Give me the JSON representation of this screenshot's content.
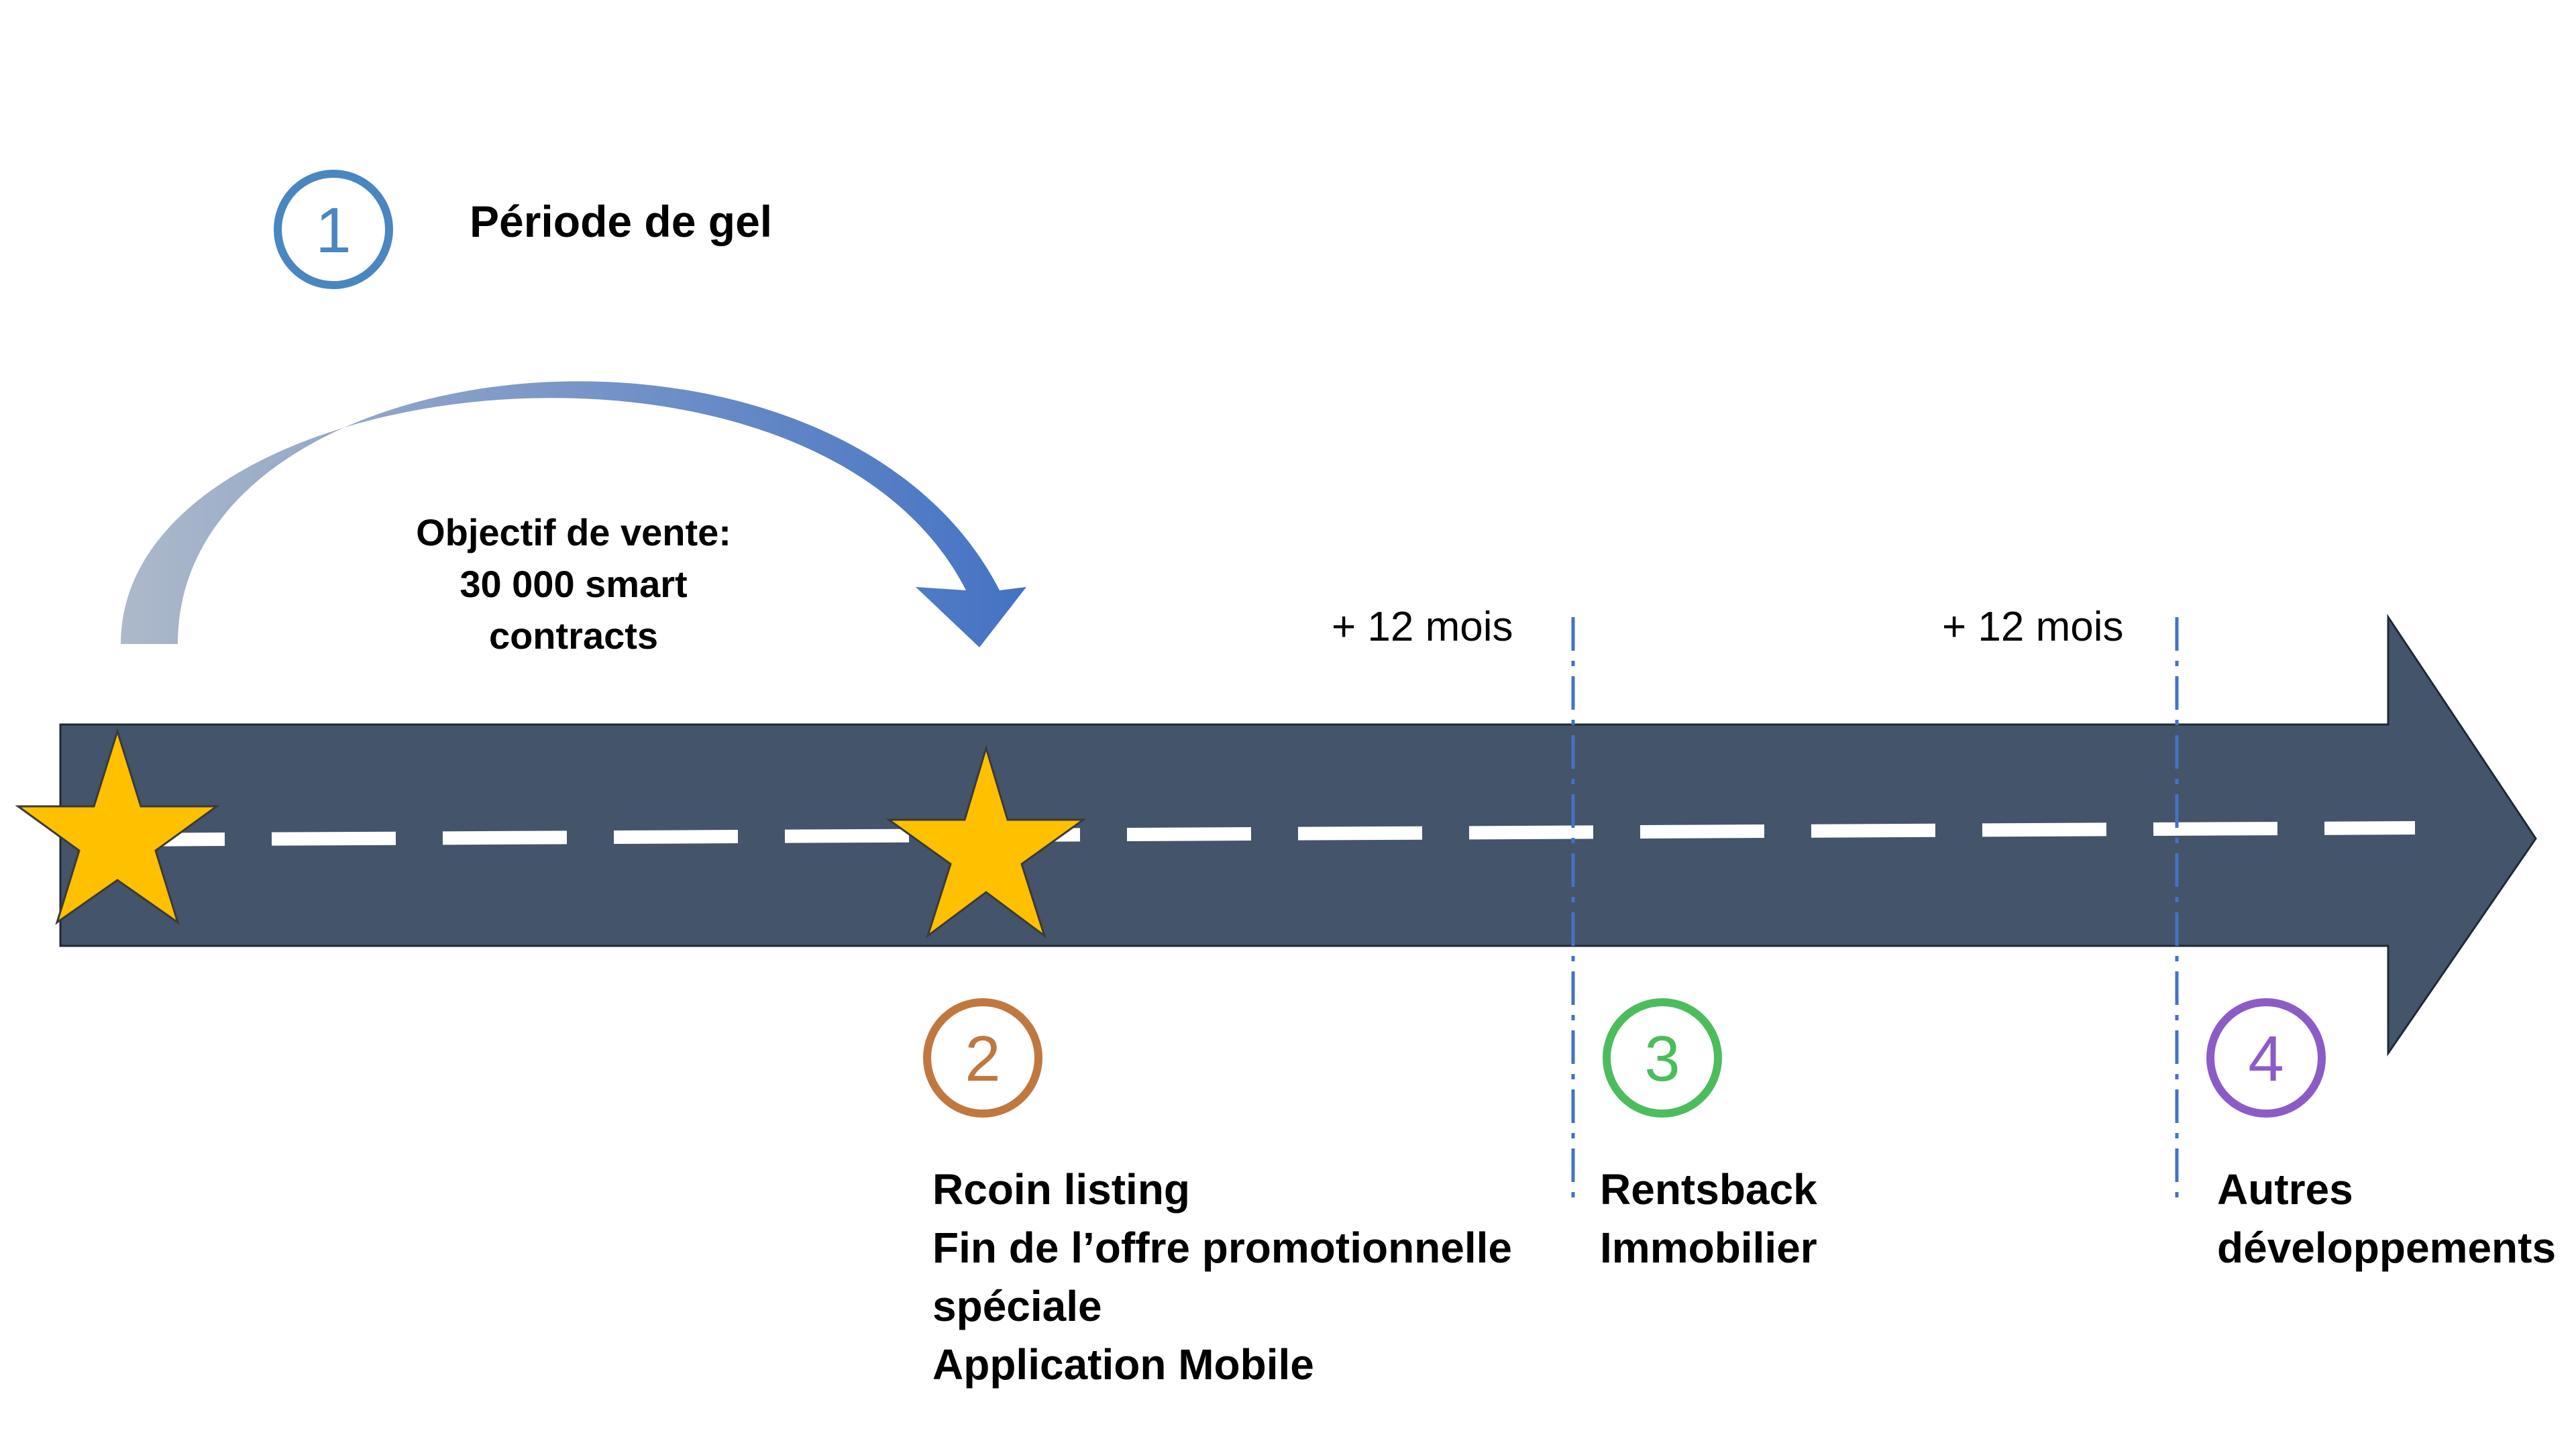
{
  "phase_title": "Période de gel",
  "sales_goal": [
    "Objectif de vente:",
    "30 000 smart",
    "contracts"
  ],
  "intervals": [
    "+ 12 mois",
    "+ 12 mois"
  ],
  "steps": [
    {
      "number": "1",
      "color": "#4a86c0"
    },
    {
      "number": "2",
      "color": "#c07840"
    },
    {
      "number": "3",
      "color": "#4cbd5c"
    },
    {
      "number": "4",
      "color": "#8c5cc6"
    }
  ],
  "milestones": {
    "m2": [
      "Rcoin listing",
      "Fin de l’offre promotionnelle",
      "spéciale",
      "Application Mobile"
    ],
    "m3": [
      "Rentsback",
      "Immobilier"
    ],
    "m4": [
      "Autres",
      "développements"
    ]
  },
  "colors": {
    "road": "#44546a",
    "road_stroke": "#1f2a38",
    "dash": "#ffffff",
    "star": "#ffc000",
    "star_stroke": "#3a3a3a",
    "arc_start": "#adb9ca",
    "arc_end": "#4472c4",
    "divider": "#4472c4"
  },
  "icons": {
    "timeline": "road-arrow",
    "milestone_marker": "star-icon",
    "freeze_arrow": "curved-arrow-icon"
  }
}
